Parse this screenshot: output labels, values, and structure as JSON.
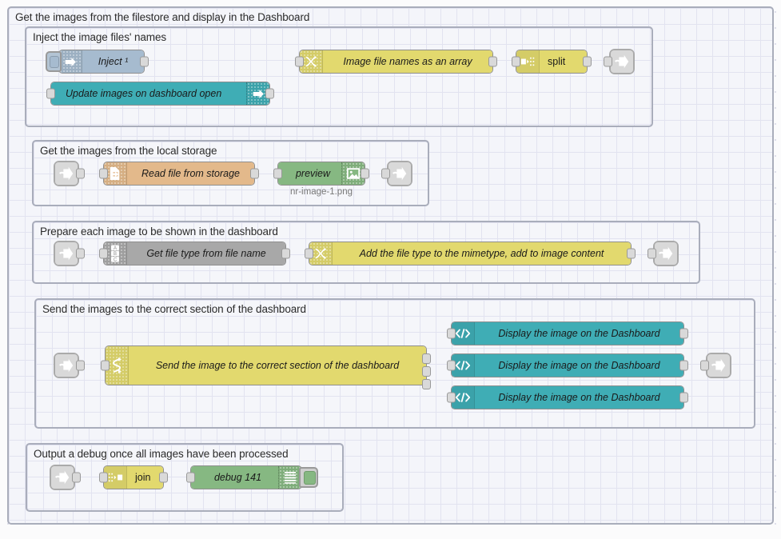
{
  "app": {
    "name": "Node-RED flow editor canvas"
  },
  "groups": [
    {
      "id": "outer",
      "label": "Get the images from the filestore and display in the Dashboard"
    },
    {
      "id": "inject",
      "label": "Inject the image files' names"
    },
    {
      "id": "storage",
      "label": "Get the images from the local storage"
    },
    {
      "id": "prepare",
      "label": "Prepare each image to be shown in the dashboard"
    },
    {
      "id": "send",
      "label": "Send the images to the correct section of the dashboard"
    },
    {
      "id": "debug",
      "label": "Output a debug once all images have been processed"
    }
  ],
  "nodes": {
    "inject1": {
      "label": "Inject ¹",
      "icon": "inject-arrow-icon",
      "color": "#a6bbcf"
    },
    "update_images": {
      "label": "Update images on dashboard open",
      "icon": "dashboard-arrow-icon",
      "color": "#3fadb5"
    },
    "file_names": {
      "label": "Image file names as an array",
      "icon": "function-icon",
      "color": "#e2d96e"
    },
    "split": {
      "label": "split",
      "icon": "split-icon",
      "color": "#e2d96e"
    },
    "link_out_1": {
      "label": "",
      "icon": "link-out-icon",
      "color": "#d9d9d9"
    },
    "link_in_2": {
      "label": "",
      "icon": "link-in-icon",
      "color": "#d9d9d9"
    },
    "read_file": {
      "label": "Read file from storage",
      "icon": "file-in-icon",
      "color": "#e3b98b"
    },
    "preview": {
      "label": "preview",
      "icon": "image-icon",
      "color": "#86b882"
    },
    "preview_sub": {
      "label": "nr-image-1.png"
    },
    "link_out_2": {
      "label": "",
      "icon": "link-out-icon",
      "color": "#d9d9d9"
    },
    "link_in_3": {
      "label": "",
      "icon": "link-in-icon",
      "color": "#d9d9d9"
    },
    "get_file_type": {
      "label": "Get file type from file name",
      "icon": "change-abc-icon",
      "color": "#a8a8a8"
    },
    "add_mimetype": {
      "label": "Add the file type to the mimetype, add to image content",
      "icon": "function-icon",
      "color": "#e2d96e"
    },
    "link_out_3": {
      "label": "",
      "icon": "link-out-icon",
      "color": "#d9d9d9"
    },
    "link_in_4": {
      "label": "",
      "icon": "link-in-icon",
      "color": "#d9d9d9"
    },
    "switch": {
      "label": "Send the image to the correct section of the dashboard",
      "icon": "switch-icon",
      "color": "#e2d96e"
    },
    "template1": {
      "label": "Display the image on the Dashboard",
      "icon": "template-code-icon",
      "color": "#3fadb5"
    },
    "template2": {
      "label": "Display the image on the Dashboard",
      "icon": "template-code-icon",
      "color": "#3fadb5"
    },
    "template3": {
      "label": "Display the image on the Dashboard",
      "icon": "template-code-icon",
      "color": "#3fadb5"
    },
    "link_out_4": {
      "label": "",
      "icon": "link-out-icon",
      "color": "#d9d9d9"
    },
    "link_in_5": {
      "label": "",
      "icon": "link-in-icon",
      "color": "#d9d9d9"
    },
    "join": {
      "label": "join",
      "icon": "join-icon",
      "color": "#e2d96e"
    },
    "debug141": {
      "label": "debug 141",
      "icon": "debug-lines-icon",
      "color": "#86b882"
    }
  },
  "palette": {
    "canvas_bg": "#fbfbfc",
    "group_bg": "#f5f6fa",
    "group_border": "#a9adbb",
    "wire": "#9a9a9a",
    "inject": "#a6bbcf",
    "function": "#e2d96e",
    "teal": "#3fadb5",
    "file": "#e3b98b",
    "green": "#86b882",
    "grey": "#a8a8a8",
    "link": "#d9d9d9"
  }
}
